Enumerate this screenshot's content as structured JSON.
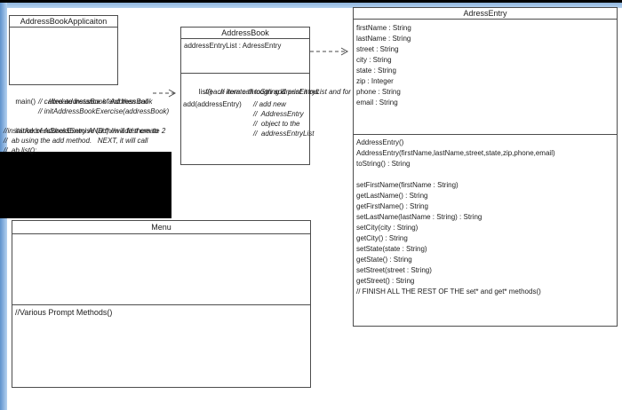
{
  "colors": {
    "frame_blue": "#a9c7e8",
    "box_border": "#4d4d4d",
    "background": "#ffffff",
    "overlay_black": "#000000"
  },
  "classes": {
    "application": {
      "title": "AddressBookApplicaiton",
      "methods": {
        "main": {
          "code": "main()",
          "comment1": "//create instance of AddressBook",
          "comment2": "// called addressBook and then call",
          "comment3": "// initAddressBookExercise(addressBook)"
        },
        "init": {
          "code": "initAddressBookExercise (ab) ",
          "comment1": "//will first create 2",
          "comment2": "//instance of AddressEntry AND then add them to",
          "comment3": "//  ab using the add method.   NEXT, it will call",
          "comment4": "//  ab.list();"
        }
      }
    },
    "addressbook": {
      "title": "AddressBook",
      "attribute": "addressEntryList : AdressEntry",
      "methods": {
        "list": {
          "code": "list()",
          "comment1": "// iterate through addressEntryList and for",
          "comment2": "//each item call toString & print it out"
        },
        "add": {
          "code": "add(addressEntry)",
          "comment1": "// add new",
          "comment2": "//  AddressEntry",
          "comment3": "//  object to the",
          "comment4": "//  addressEntryList"
        }
      }
    },
    "adressentry": {
      "title": "AdressEntry",
      "attributes": [
        "firstName : String",
        "lastName : String",
        "street : String",
        "city : String",
        "state : String",
        "zip : Integer",
        "phone : String",
        "email : String"
      ],
      "methods": [
        "AddressEntry()",
        "AddressEntry(firstName,lastName,street,state,zip,phone,email)",
        "toString() : String",
        "",
        "setFirstName(firstName : String)",
        "getLastName() : String",
        "getFirstName() : String",
        "setLastName(lastName : String) : String",
        "setCity(city : String)",
        "getCity() : String",
        "setState(state : String)",
        "getState() : String",
        "setStreet(street : String)",
        "getStreet() : String",
        "// FINISH ALL THE REST OF THE set* and get* methods()"
      ]
    },
    "menu": {
      "title": "Menu",
      "method": "//Various Prompt Methods()"
    }
  }
}
